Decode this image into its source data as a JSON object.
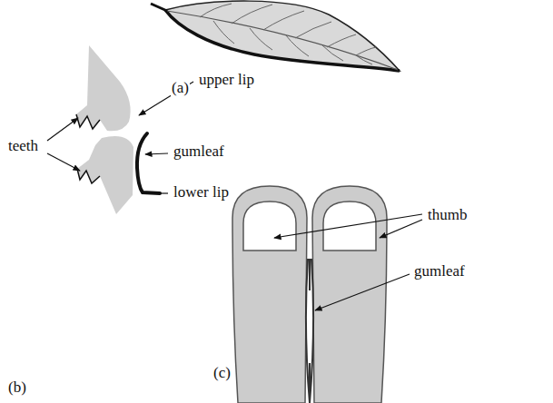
{
  "diagram": {
    "labels": [
      "(a)",
      "upper lip",
      "teeth",
      "gumleaf",
      "lower lip",
      "(b)",
      "thumb",
      "gumleaf",
      "(c)"
    ]
  }
}
